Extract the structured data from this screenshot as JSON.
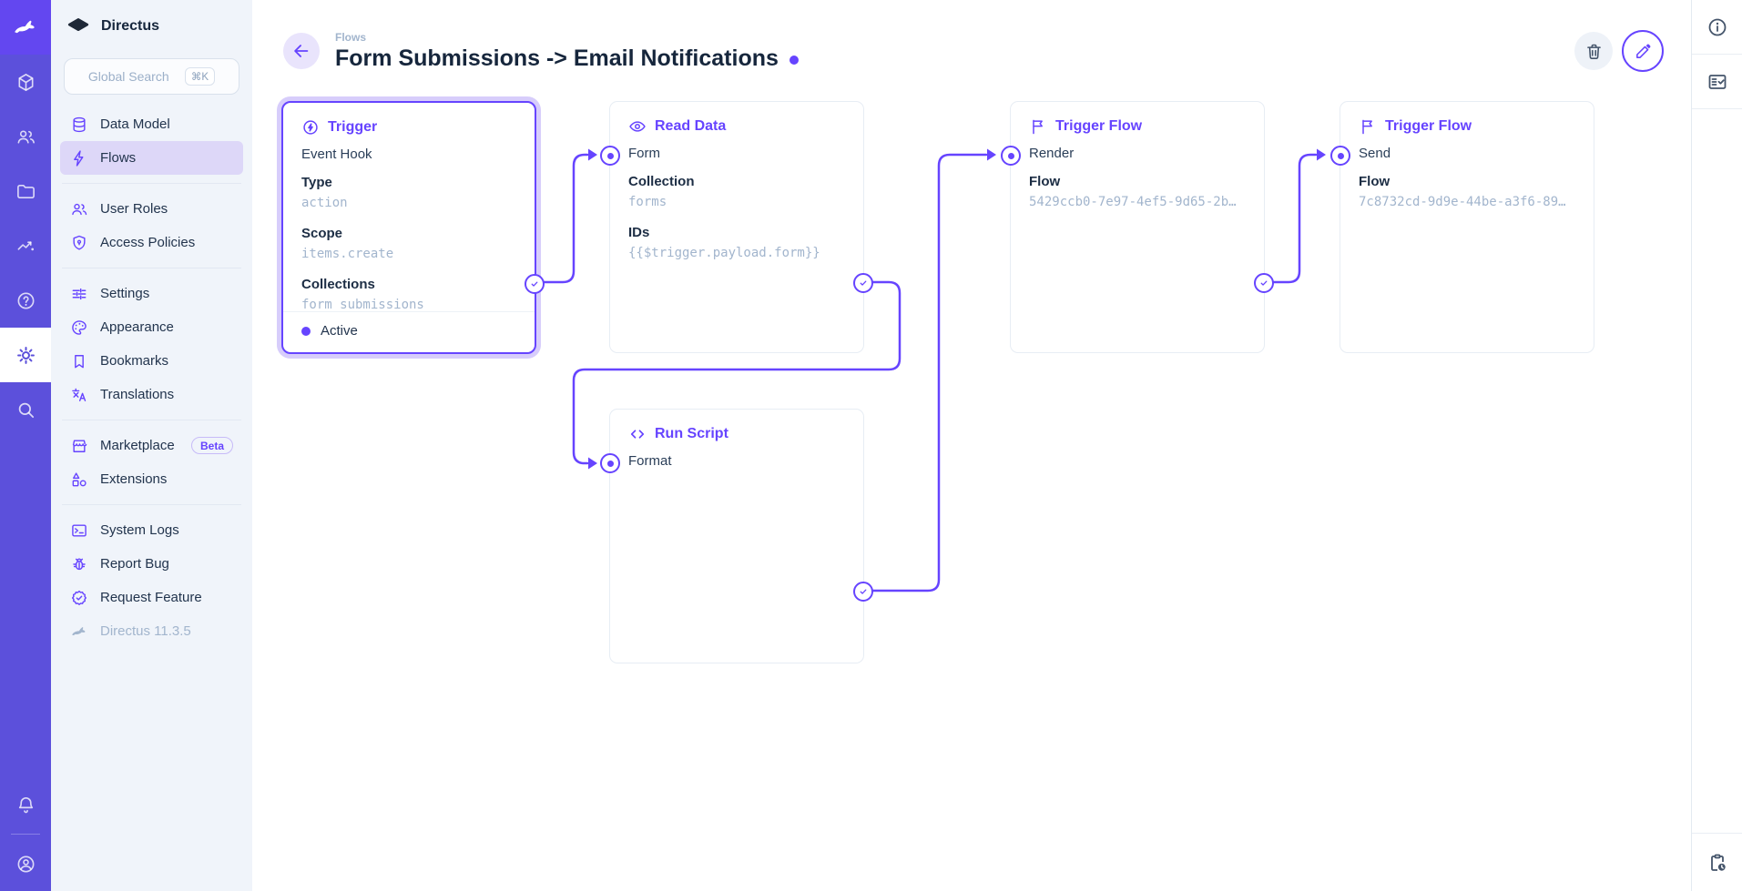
{
  "colors": {
    "accent": "#6644ff",
    "module_bar": "#5c50db",
    "logo_tile": "#6347f0",
    "sidebar_bg": "#f0f4fa",
    "text_dark": "#16263c",
    "text_subdued": "#a2b5cd",
    "selected_ring": "#d7cdfb"
  },
  "module_bar": {
    "modules": [
      "content",
      "user-directory",
      "file-library",
      "insights",
      "help",
      "settings",
      "search"
    ],
    "active_module": "settings",
    "bottom": [
      "notifications",
      "account"
    ]
  },
  "sidebar": {
    "project_name": "Directus",
    "search": {
      "placeholder": "Global Search",
      "shortcut": "⌘K"
    },
    "groups": [
      {
        "items": [
          {
            "label": "Data Model"
          },
          {
            "label": "Flows",
            "active": true
          }
        ]
      },
      {
        "items": [
          {
            "label": "User Roles"
          },
          {
            "label": "Access Policies"
          }
        ]
      },
      {
        "items": [
          {
            "label": "Settings"
          },
          {
            "label": "Appearance"
          },
          {
            "label": "Bookmarks"
          },
          {
            "label": "Translations"
          }
        ]
      },
      {
        "items": [
          {
            "label": "Marketplace",
            "badge": "Beta"
          },
          {
            "label": "Extensions"
          }
        ]
      },
      {
        "items": [
          {
            "label": "System Logs"
          },
          {
            "label": "Report Bug"
          },
          {
            "label": "Request Feature"
          },
          {
            "label": "Directus 11.3.5",
            "muted": true
          }
        ]
      }
    ]
  },
  "header": {
    "breadcrumb": "Flows",
    "title": "Form Submissions -> Email Notifications"
  },
  "flow": {
    "nodes": [
      {
        "type_label": "Trigger",
        "name": "Event Hook",
        "fields": [
          {
            "label": "Type",
            "value": "action"
          },
          {
            "label": "Scope",
            "value": "items.create"
          },
          {
            "label": "Collections",
            "value": "form_submissions"
          }
        ],
        "status": "Active",
        "selected": true
      },
      {
        "type_label": "Read Data",
        "name": "Form",
        "fields": [
          {
            "label": "Collection",
            "value": "forms"
          },
          {
            "label": "IDs",
            "value": "{{$trigger.payload.form}}"
          }
        ]
      },
      {
        "type_label": "Trigger Flow",
        "name": "Render",
        "fields": [
          {
            "label": "Flow",
            "value": "5429ccb0-7e97-4ef5-9d65-2b…"
          }
        ]
      },
      {
        "type_label": "Trigger Flow",
        "name": "Send",
        "fields": [
          {
            "label": "Flow",
            "value": "7c8732cd-9d9e-44be-a3f6-89…"
          }
        ]
      },
      {
        "type_label": "Run Script",
        "name": "Format",
        "fields": []
      }
    ]
  },
  "right_bar": {
    "icons": [
      "info",
      "activity-log",
      "revisions"
    ]
  }
}
